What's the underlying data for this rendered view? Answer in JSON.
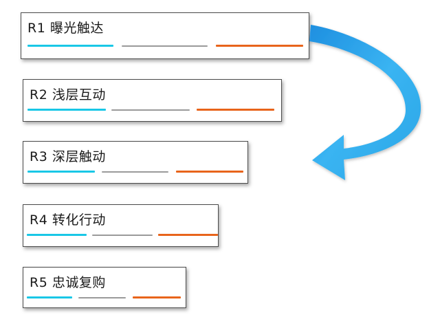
{
  "steps": [
    {
      "label": "R1 曝光触达"
    },
    {
      "label": "R2 浅层互动"
    },
    {
      "label": "R3 深层触动"
    },
    {
      "label": "R4 转化行动"
    },
    {
      "label": "R5 忠诚复购"
    }
  ],
  "colors": {
    "line_cyan": "#19c7e6",
    "line_gray": "#9a9a9a",
    "line_orange": "#e8641b",
    "arrow": "#2aa6e6"
  },
  "icons": {
    "flow_arrow": "curved-arrow-icon"
  }
}
